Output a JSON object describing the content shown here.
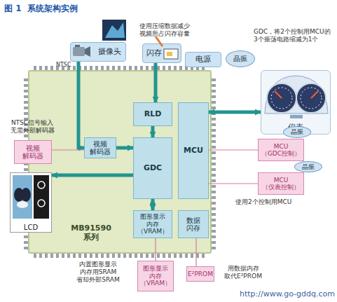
{
  "diagram": {
    "title": "图 1  系统架构实例",
    "nodes": [
      {
        "text": [
          "摄像头"
        ]
      },
      {
        "text": [
          "闪存"
        ]
      },
      {
        "text": [
          "电源"
        ]
      },
      {
        "text": [
          "晶振"
        ]
      },
      {
        "text": [
          "仪表"
        ]
      },
      {
        "text": [
          "MB91590 系列"
        ]
      },
      {
        "text": [
          "RLD"
        ],
        "in": 5
      },
      {
        "text": [
          "视频 解码器"
        ],
        "in": 5
      },
      {
        "text": [
          "GDC"
        ],
        "in": 5
      },
      {
        "text": [
          "MCU"
        ],
        "in": 5
      },
      {
        "text": [
          "图形显示 内存 （VRAM）"
        ],
        "in": 5
      },
      {
        "text": [
          "数据 闪存"
        ],
        "in": 5
      },
      {
        "text": [
          "视频 解码器"
        ]
      },
      {
        "text": [
          "LCD"
        ]
      },
      {
        "text": [
          "晶振"
        ]
      },
      {
        "text": [
          "MCU （GDC控制）"
        ]
      },
      {
        "text": [
          "晶振"
        ]
      },
      {
        "text": [
          "MCU （仪表控制）"
        ]
      },
      {
        "text": [
          "图形显示 内存 （VRAM）"
        ]
      },
      {
        "text": [
          "E²PROM"
        ]
      }
    ],
    "edges": [
      {
        "from": 0,
        "to": 7,
        "arrow": "to"
      },
      {
        "from": 1,
        "to": 6,
        "arrow": "to"
      },
      {
        "from": 6,
        "to": 8,
        "arrow": "to"
      },
      {
        "from": 7,
        "to": 8,
        "arrow": "to"
      },
      {
        "from": 8,
        "to": 10,
        "arrow": "both"
      },
      {
        "from": 9,
        "to": 4,
        "arrow": "both"
      },
      {
        "from": 8,
        "to": 13,
        "arrow": "to"
      },
      {
        "from": 12,
        "to": 7,
        "arrow": "none"
      },
      {
        "from": 15,
        "to": 9,
        "arrow": "none"
      },
      {
        "from": 17,
        "to": 9,
        "arrow": "none"
      },
      {
        "from": 18,
        "to": 10,
        "arrow": "none"
      },
      {
        "from": 19,
        "to": 11,
        "arrow": "none"
      }
    ],
    "labels": [
      "使用压缩数据减少 视频所占闪存容量",
      "GDC，将2个控制用MCU的 3个振荡电路缩减为1个",
      "NTSC",
      "NTSC信号输入 无需外部解码器",
      "使用2个控制用MCU",
      "内置图形显示 内存用SRAM 省却外部SRAM",
      "用数据内存 取代E²PROM",
      "http://www.go-gddq.com"
    ]
  }
}
